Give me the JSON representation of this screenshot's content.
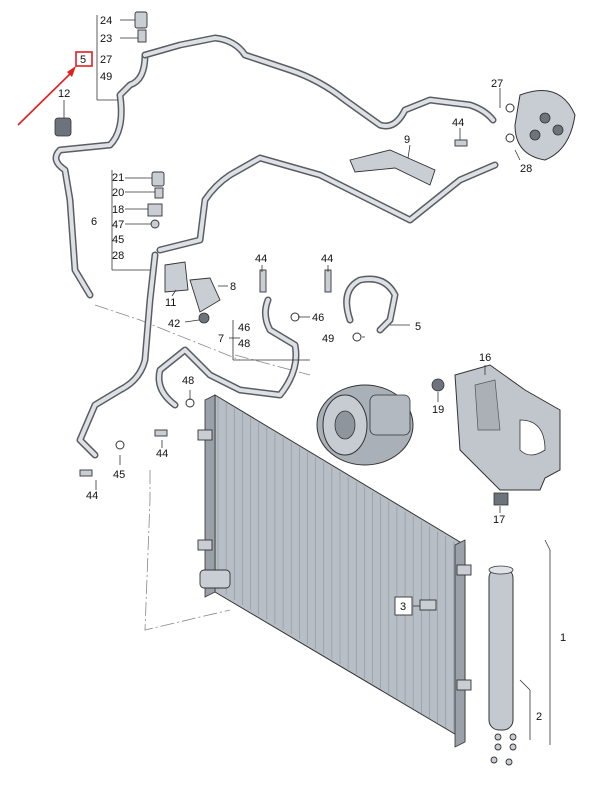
{
  "labels": {
    "p24": "24",
    "p23": "23",
    "p5top": "5",
    "p27a": "27",
    "p49a": "49",
    "p12": "12",
    "p21": "21",
    "p20": "20",
    "p18": "18",
    "p47": "47",
    "p6": "6",
    "p45a": "45",
    "p28a": "28",
    "p11": "11",
    "p8": "8",
    "p42": "42",
    "p44a": "44",
    "p44b": "44",
    "p44c": "44",
    "p44d": "44",
    "p44e": "44",
    "p46a": "46",
    "p46b": "46",
    "p48a": "48",
    "p48b": "48",
    "p7": "7",
    "p49b": "49",
    "p5b": "5",
    "p27b": "27",
    "p28b": "28",
    "p9": "9",
    "p16": "16",
    "p19": "19",
    "p17": "17",
    "p45b": "45",
    "p3": "3",
    "p1": "1",
    "p2": "2"
  },
  "colors": {
    "highlight": "#e02020",
    "line": "#333333"
  }
}
